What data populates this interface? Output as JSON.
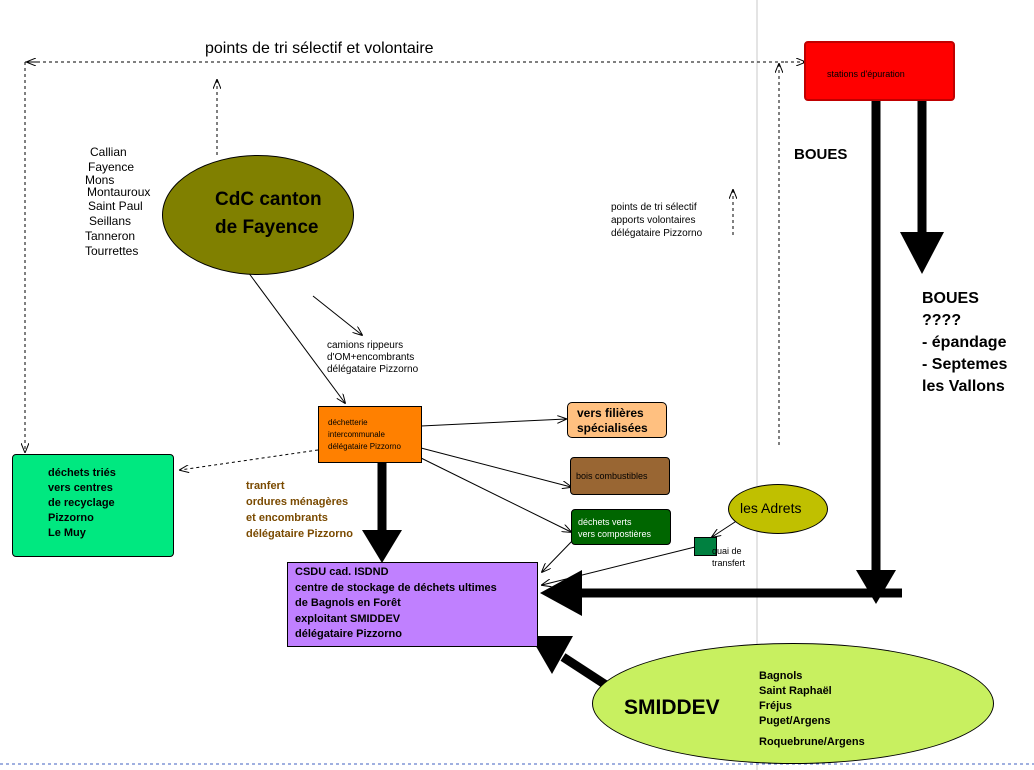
{
  "top_label": "points de tri sélectif et volontaire",
  "towns_cdc": [
    "Callian",
    "Fayence",
    "Mons",
    "Montauroux",
    "Saint Paul",
    "Seillans",
    "Tanneron",
    "Tourrettes"
  ],
  "cdc": {
    "line1": "CdC canton",
    "line2": "de Fayence"
  },
  "stations": "stations d'épuration",
  "boues1": "BOUES",
  "boues2": [
    "BOUES",
    "????",
    "- épandage",
    "- Septemes",
    "les Vallons"
  ],
  "pts_tri": [
    "points de tri sélectif",
    "apports volontaires",
    "délégataire Pizzorno"
  ],
  "camions": [
    "camions rippeurs",
    "d'OM+encombrants",
    "délégataire Pizzorno"
  ],
  "dechetterie": [
    "déchetterie",
    "intercommunale",
    "délégataire Pizzorno"
  ],
  "filieres": [
    "vers filières",
    "spécialisées"
  ],
  "bois": "bois combustibles",
  "verts": [
    "déchets verts",
    "vers compostières"
  ],
  "adrets": "les Adrets",
  "quai": [
    "quai de",
    "transfert"
  ],
  "tries": [
    "déchets triés",
    "vers centres",
    "de recyclage",
    "Pizzorno",
    "Le Muy"
  ],
  "transfert": [
    "tranfert",
    "ordures ménagères",
    "et encombrants",
    "délégataire Pizzorno"
  ],
  "csdu": [
    "CSDU cad. ISDND",
    "centre de stockage de déchets ultimes",
    "de Bagnols en Forêt",
    "exploitant SMIDDEV",
    "délégataire Pizzorno"
  ],
  "smiddev": "SMIDDEV",
  "towns_smiddev": [
    "Bagnols",
    "Saint Raphaël",
    "Fréjus",
    "Puget/Argens",
    "Roquebrune/Argens"
  ],
  "colors": {
    "cdc": "#808000",
    "stations": "#ff0000",
    "dechetterie": "#ff8000",
    "filieres": "#ffc080",
    "bois": "#996633",
    "verts": "#006600",
    "adrets": "#c0c000",
    "quai": "#008040",
    "tries": "#00e880",
    "csdu": "#c080ff",
    "smiddev": "#c8f060",
    "transfert_text": "#7a4a00"
  }
}
